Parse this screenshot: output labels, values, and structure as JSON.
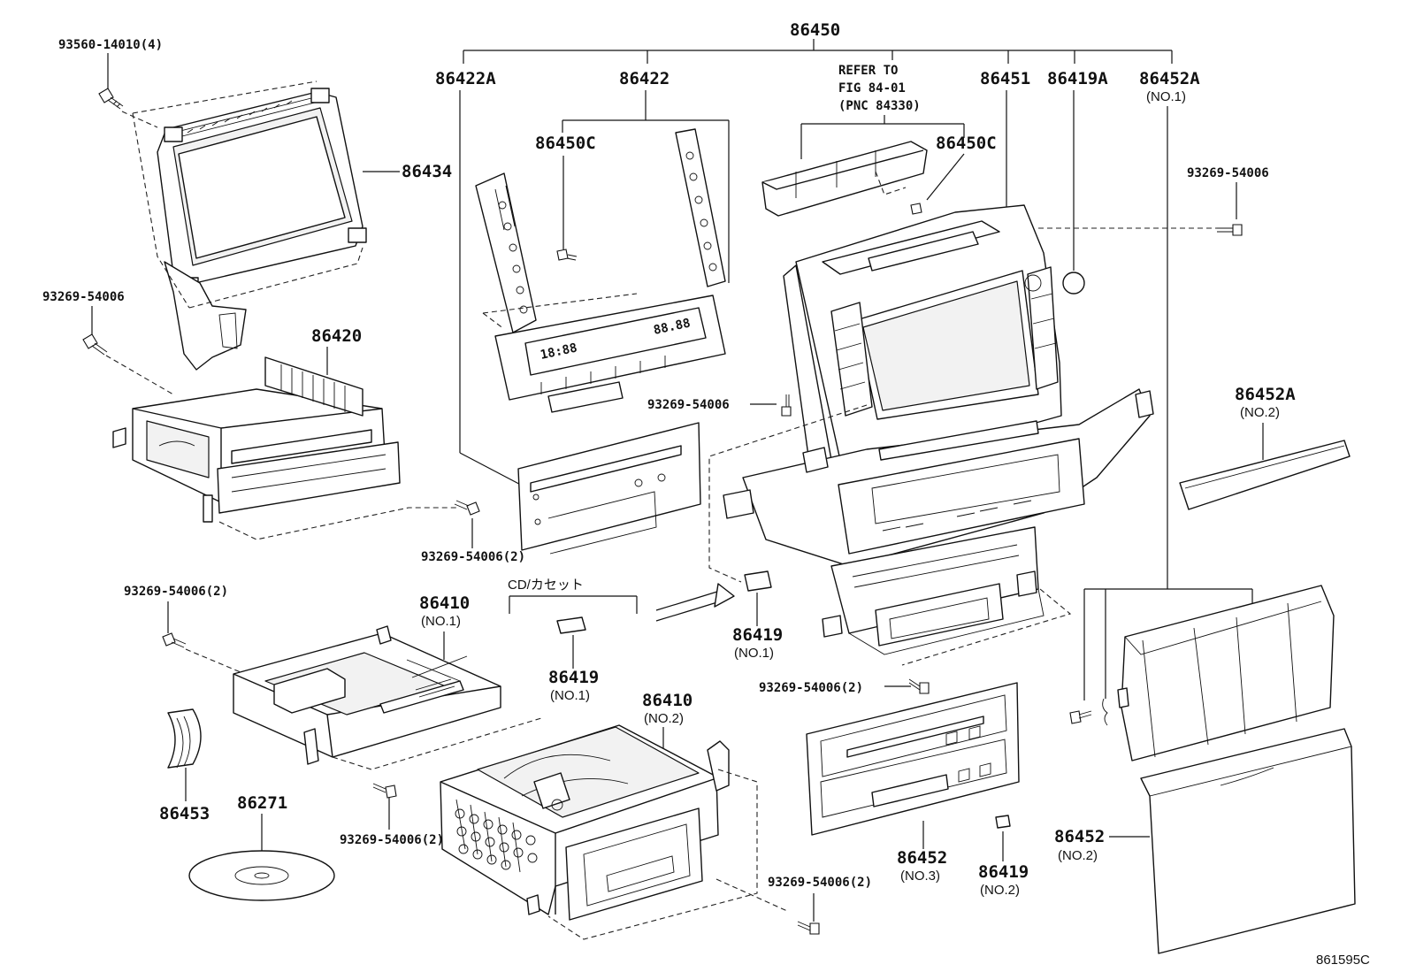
{
  "diagram_code": "861595C",
  "refer": [
    "REFER TO",
    "FIG 84-01",
    "(PNC 84330)"
  ],
  "labels": {
    "p86450": "86450",
    "p86422A": "86422A",
    "p86422": "86422",
    "p86450C_left": "86450C",
    "p86450C_right": "86450C",
    "p86451": "86451",
    "p86419A": "86419A",
    "p86452A_top": "86452A",
    "p86452A_top_sub": "(NO.1)",
    "p86452A_right": "86452A",
    "p86452A_right_sub": "(NO.2)",
    "p93560": "93560-14010(4)",
    "p86434": "86434",
    "p93269_a": "93269-54006",
    "p86420": "86420",
    "p93269_b": "93269-54006(2)",
    "p93269_c": "93269-54006",
    "p93269_d": "93269-54006",
    "p93269_e": "93269-54006(2)",
    "p86410_1": "86410",
    "p86410_1_sub": "(NO.1)",
    "cd_cassette": "CD/カセット",
    "p86419_1a": "86419",
    "p86419_1a_sub": "(NO.1)",
    "p86419_1b": "86419",
    "p86419_1b_sub": "(NO.1)",
    "p93269_f": "93269-54006(2)",
    "p86410_2": "86410",
    "p86410_2_sub": "(NO.2)",
    "p86453": "86453",
    "p86271": "86271",
    "p93269_g": "93269-54006(2)",
    "p93269_h": "93269-54006(2)",
    "p86452_3": "86452",
    "p86452_3_sub": "(NO.3)",
    "p86419_2": "86419",
    "p86419_2_sub": "(NO.2)",
    "p86452_2": "86452",
    "p86452_2_sub": "(NO.2)"
  },
  "display_text": {
    "clock": "18:88",
    "temp": "88.88"
  }
}
